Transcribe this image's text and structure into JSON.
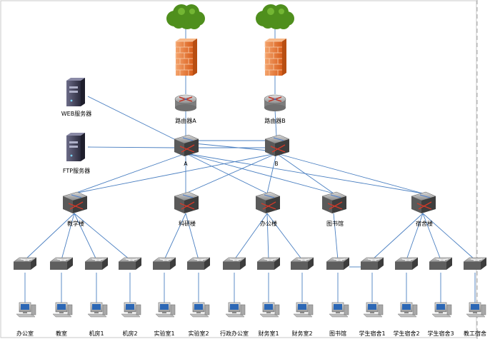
{
  "colors": {
    "link": "#4a7fc1",
    "cloud": "#4f8f1d",
    "firewall": "#e8732a",
    "router": "#9a9a9a",
    "switch_top": "#6a6a6a",
    "server": "#3d3d55"
  },
  "devices": {
    "firewalls": [
      {
        "id": "fw-a",
        "icon": "firewall-icon"
      },
      {
        "id": "fw-b",
        "icon": "firewall-icon"
      }
    ],
    "clouds": [
      {
        "id": "internet-a",
        "icon": "cloud-icon"
      },
      {
        "id": "internet-b",
        "icon": "cloud-icon"
      }
    ],
    "routers": [
      {
        "id": "router-a",
        "label": "路由器A"
      },
      {
        "id": "router-b",
        "label": "路由器B"
      }
    ],
    "servers": [
      {
        "id": "web",
        "label": "WEB服务器"
      },
      {
        "id": "ftp",
        "label": "FTP服务器"
      }
    ],
    "core": [
      {
        "id": "core-a",
        "label": "A"
      },
      {
        "id": "core-b",
        "label": "B"
      }
    ],
    "distribution": [
      {
        "id": "d-teach",
        "label": "教学楼"
      },
      {
        "id": "d-research",
        "label": "科研楼"
      },
      {
        "id": "d-office",
        "label": "办公楼"
      },
      {
        "id": "d-library",
        "label": "图书馆"
      },
      {
        "id": "d-dorm",
        "label": "宿舍楼"
      }
    ],
    "hosts": [
      {
        "id": "h1",
        "label": "办公室"
      },
      {
        "id": "h2",
        "label": "教室"
      },
      {
        "id": "h3",
        "label": "机房1"
      },
      {
        "id": "h4",
        "label": "机房2"
      },
      {
        "id": "h5",
        "label": "实验室1"
      },
      {
        "id": "h6",
        "label": "实验室2"
      },
      {
        "id": "h7",
        "label": "行政办公室"
      },
      {
        "id": "h8",
        "label": "财务室1"
      },
      {
        "id": "h9",
        "label": "财务室2"
      },
      {
        "id": "h10",
        "label": "图书馆"
      },
      {
        "id": "h11",
        "label": "学生宿舍1"
      },
      {
        "id": "h12",
        "label": "学生宿舍2"
      },
      {
        "id": "h13",
        "label": "学生宿舍3"
      },
      {
        "id": "h14",
        "label": "教工宿舍"
      }
    ]
  }
}
